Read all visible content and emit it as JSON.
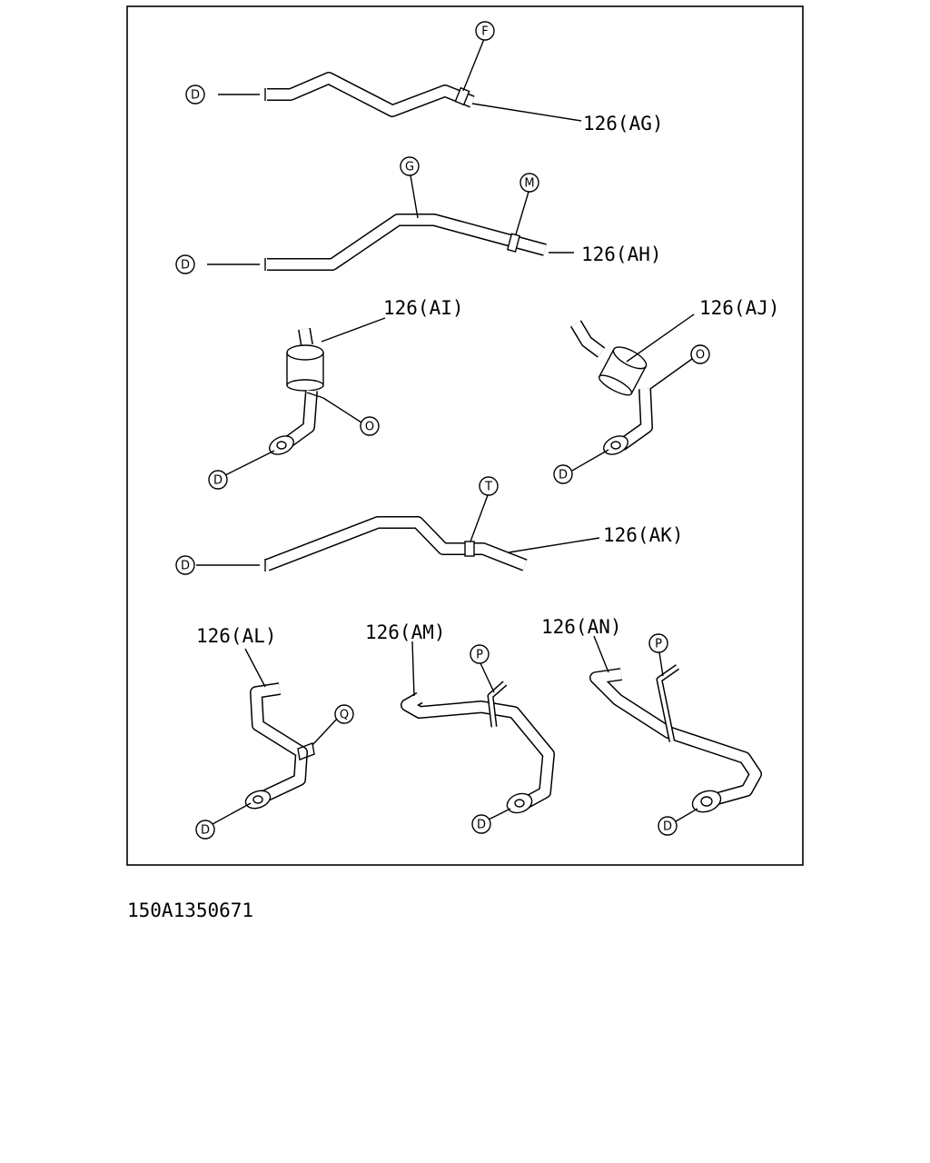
{
  "figure_id": "150A1350671",
  "colors": {
    "ink": "#000000",
    "paper": "#ffffff"
  },
  "parts": [
    {
      "id": "AG",
      "label": "126(AG)"
    },
    {
      "id": "AH",
      "label": "126(AH)"
    },
    {
      "id": "AI",
      "label": "126(AI)"
    },
    {
      "id": "AJ",
      "label": "126(AJ)"
    },
    {
      "id": "AK",
      "label": "126(AK)"
    },
    {
      "id": "AL",
      "label": "126(AL)"
    },
    {
      "id": "AM",
      "label": "126(AM)"
    },
    {
      "id": "AN",
      "label": "126(AN)"
    }
  ],
  "callouts": {
    "D": "D",
    "F": "F",
    "G": "G",
    "M": "M",
    "O": "O",
    "T": "T",
    "P": "P",
    "Q": "Q"
  }
}
